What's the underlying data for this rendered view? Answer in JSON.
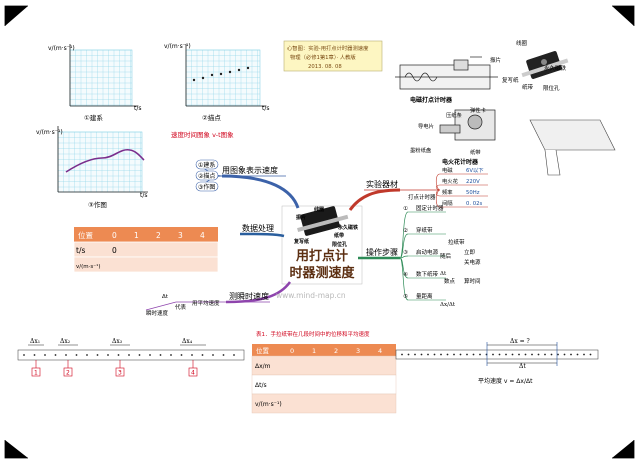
{
  "graphs": {
    "g1": {
      "ylabel": "v/(m·s⁻¹)",
      "xlabel": "t/s",
      "caption": "①建系"
    },
    "g2": {
      "ylabel": "v/(m·s⁻¹)",
      "xlabel": "t/s",
      "caption": "②描点"
    },
    "g3": {
      "ylabel": "v/(m·s⁻¹)",
      "xlabel": "t/s",
      "caption": "③作图"
    },
    "vt_note": "速度时间图象 v-t图象"
  },
  "title_box": {
    "line1": "心智图：实验-用打点计时器测速度",
    "line2": "物理（必修1第1章）· 人教版",
    "line3": "2013. 08. 08"
  },
  "center": {
    "line1": "用打点计",
    "line2": "时器测速度"
  },
  "device_labels": {
    "top": [
      "线圈",
      "振片",
      "永久磁铁",
      "复写纸",
      "限位孔",
      "纸带"
    ],
    "center_img": [
      "线圈",
      "振片",
      "永久磁铁",
      "复写纸",
      "限位孔",
      "纸带"
    ],
    "elec_timer": "电磁打点计时器",
    "spark_timer": "电火花计时器",
    "spark_parts": [
      "导电片",
      "墨粉纸盘",
      "压纸条",
      "弹性卡",
      "纸带"
    ]
  },
  "branches": {
    "graph": {
      "label": "用图象表示速度",
      "items": [
        "①建系",
        "②描点",
        "③作图"
      ]
    },
    "data": {
      "label": "数据处理"
    },
    "equip": {
      "label": "实验器材",
      "timer": "打点计时器",
      "rows": [
        {
          "name": "电磁",
          "value": "6V以下"
        },
        {
          "name": "电火花",
          "value": "220V"
        },
        {
          "name": "频率",
          "value": "50Hz"
        },
        {
          "name": "间隔",
          "value": "0. 02s"
        }
      ]
    },
    "steps": {
      "label": "操作步骤",
      "items": [
        {
          "n": "①",
          "text": "固定计时器"
        },
        {
          "n": "②",
          "text": "穿纸带"
        },
        {
          "n": "③",
          "text": "启动电源"
        },
        {
          "n": "④",
          "text": "数下纸带"
        },
        {
          "n": "⑤",
          "text": "量距离"
        }
      ],
      "sub": [
        "拉纸带",
        "随后",
        "立即",
        "关电源",
        "数点",
        "算时间",
        "Δt"
      ],
      "ratio": "Δx/Δt"
    },
    "instant": {
      "label": "测瞬时速度",
      "sub1": "代表",
      "sub2": "用平均速度",
      "sub3": "Δt",
      "sub4": "瞬时速度"
    }
  },
  "table1": {
    "headers": [
      "位置",
      "0",
      "1",
      "2",
      "3",
      "4"
    ],
    "row1": {
      "label": "t/s",
      "cells": [
        "0",
        "",
        "",
        "",
        ""
      ]
    },
    "row2": {
      "label": "v/(m·s⁻¹)",
      "cells": [
        "",
        "",
        "",
        "",
        ""
      ]
    }
  },
  "table2": {
    "caption": "表1．手拉纸带在几段时间中的位移和平均速度",
    "headers": [
      "位置",
      "0",
      "1",
      "2",
      "3",
      "4"
    ],
    "rows": [
      "Δx/m",
      "Δt/s",
      "v/(m·s⁻¹)"
    ]
  },
  "tape_left": {
    "labels": [
      "Δx₁",
      "Δx₂",
      "Δx₃",
      "Δx₄"
    ],
    "numbers": [
      "1",
      "2",
      "3",
      "4"
    ]
  },
  "tape_right": {
    "dx": "Δx = ?",
    "dt": "Δt",
    "formula": "平均速度 v = Δx/Δt"
  },
  "watermark": "www.mind-map.cn",
  "colors": {
    "green": "#1aa05a",
    "brown": "#5c2f12",
    "table_head": "#ed8a52",
    "table_row": "#fbe1d3",
    "grid": "#8fd6e8",
    "curve": "#7a2e8c",
    "branch_graph": "#3c62a9",
    "branch_equip": "#c0392b",
    "branch_steps": "#2e8b57",
    "branch_instant": "#8e44ad"
  }
}
